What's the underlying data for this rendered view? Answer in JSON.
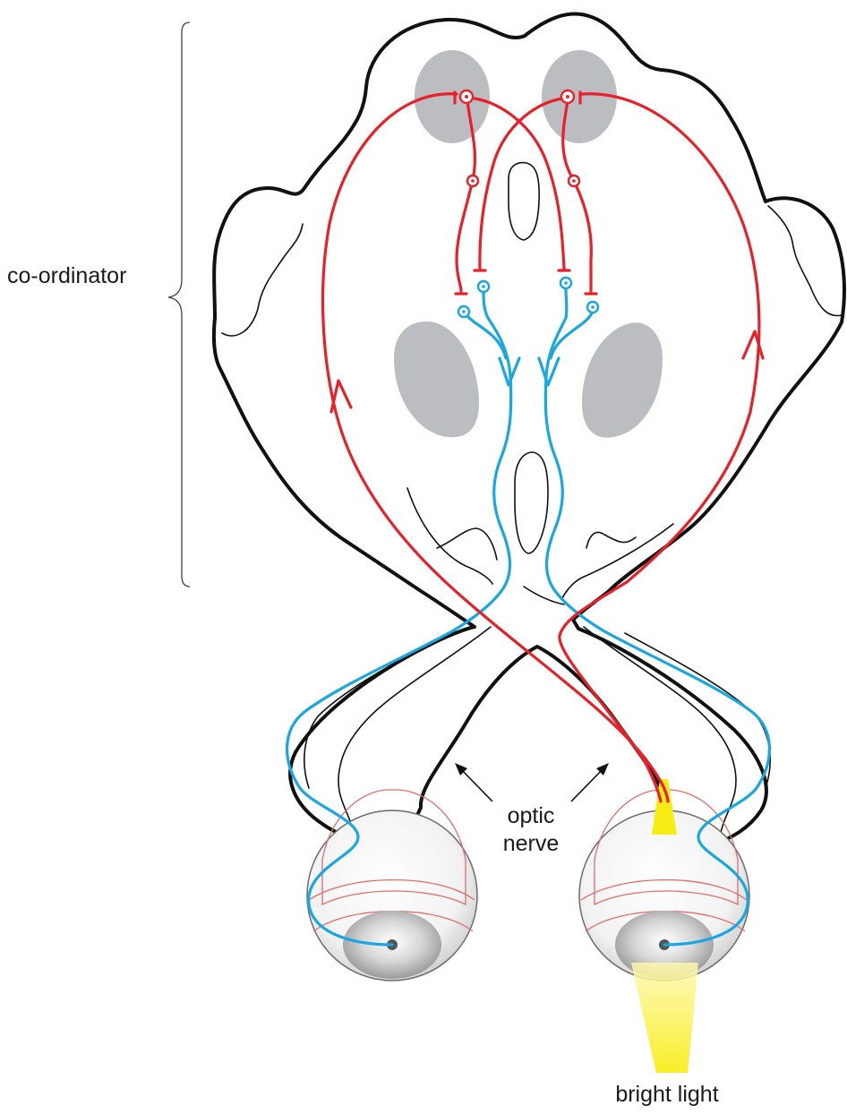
{
  "labels": {
    "coordinator": "co-ordinator",
    "optic_line1": "optic",
    "optic_line2": "nerve",
    "bright_light": "bright light"
  },
  "colors": {
    "motor_pathway": "#e8202a",
    "sensory_pathway": "#1aa7e0",
    "nucleus": "#bcbdc0",
    "light": "#f7ec13",
    "outline": "#111111"
  },
  "icons": {
    "synapse": "synapse-icon",
    "arrow": "arrow-icon"
  }
}
